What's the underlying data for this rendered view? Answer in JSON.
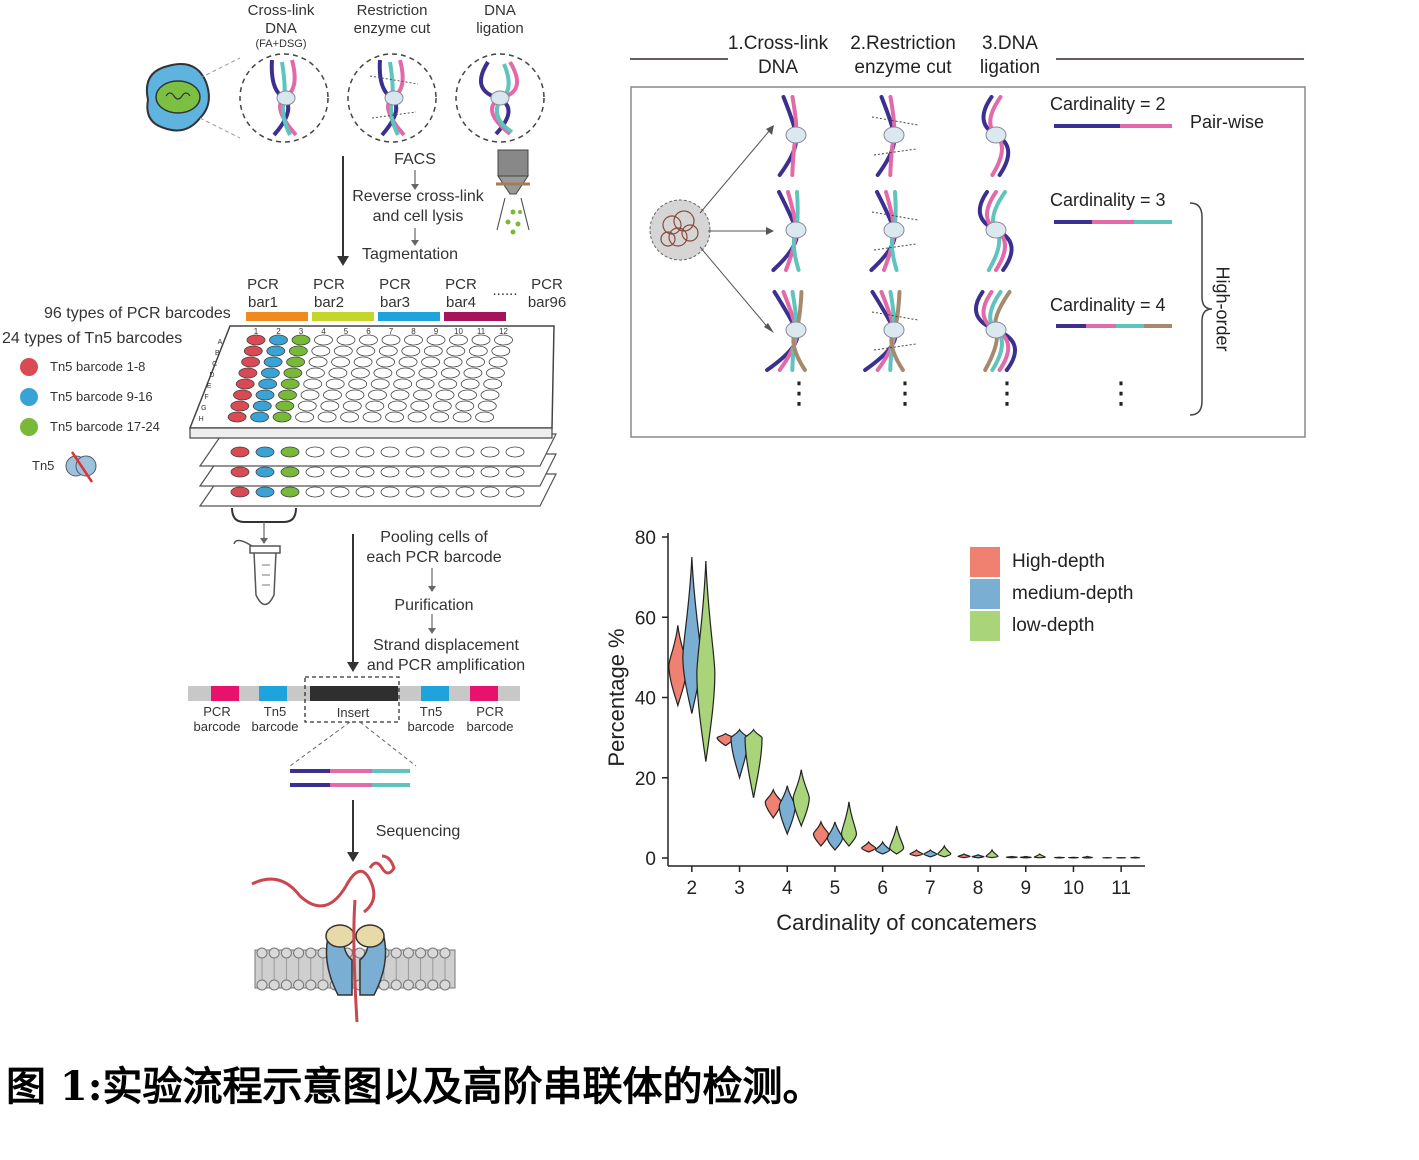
{
  "colors": {
    "purple": "#3b2f8f",
    "pink": "#e26aa8",
    "teal": "#5fc4bd",
    "tan": "#a68a6e",
    "red_well": "#d94a55",
    "blue_well": "#3aa3d6",
    "green_well": "#79b93a",
    "pcr_bar": "#e8126c",
    "tn5_bar": "#1fa3dc",
    "insert_bar": "#2f2f2f",
    "high_depth": "#f08070",
    "medium_depth": "#7aaed3",
    "low_depth": "#a9d47a"
  },
  "left_panel": {
    "top_steps": [
      "Cross-link\nDNA",
      "(FA+DSG)",
      "Restriction\nenzyme cut",
      "DNA\nligation"
    ],
    "facs": "FACS",
    "reverse": "Reverse cross-link\nand cell lysis",
    "tagmentation": "Tagmentation",
    "pcr_bars": [
      "PCR\nbar1",
      "PCR\nbar2",
      "PCR\nbar3",
      "PCR\nbar4",
      "PCR\nbar96"
    ],
    "pcr_dots": "......",
    "pcr_types": "96 types of PCR barcodes",
    "tn5_types": "24 types of Tn5 barcodes",
    "tn5_legend": [
      "Tn5 barcode 1-8",
      "Tn5 barcode 9-16",
      "Tn5 barcode 17-24"
    ],
    "tn5_label": "Tn5",
    "plate_cols": [
      "1",
      "2",
      "3",
      "4",
      "5",
      "6",
      "7",
      "8",
      "9",
      "10",
      "11",
      "12"
    ],
    "plate_rows": [
      "A",
      "B",
      "C",
      "D",
      "E",
      "F",
      "G",
      "H"
    ],
    "pooling": "Pooling cells of\neach PCR barcode",
    "purification": "Purification",
    "strand": "Strand displacement\nand PCR amplification",
    "construct_labels": [
      "PCR\nbarcode",
      "Tn5\nbarcode",
      "Insert",
      "Tn5\nbarcode",
      "PCR\nbarcode"
    ],
    "sequencing": "Sequencing"
  },
  "right_panel": {
    "headers": [
      "1.Cross-link\nDNA",
      "2.Restriction\nenzyme cut",
      "3.DNA\nligation"
    ],
    "cardinalities": [
      "Cardinality = 2",
      "Cardinality = 3",
      "Cardinality = 4"
    ],
    "pair_wise": "Pair-wise",
    "high_order": "High-order",
    "dots": "⋮"
  },
  "chart_data": {
    "type": "violin",
    "xlabel": "Cardinality of concatemers",
    "ylabel": "Percentage %",
    "categories": [
      "2",
      "3",
      "4",
      "5",
      "6",
      "7",
      "8",
      "9",
      "10",
      "11"
    ],
    "ylim": [
      0,
      80
    ],
    "yticks": [
      0,
      20,
      40,
      60,
      80
    ],
    "series": [
      {
        "name": "High-depth",
        "color": "#f08070",
        "median": [
          48,
          30,
          14,
          6,
          2.5,
          1,
          0.4,
          0.2,
          0.1,
          0.05
        ],
        "min": [
          38,
          28,
          10,
          3,
          1.5,
          0.5,
          0.1,
          0.05,
          0.02,
          0.01
        ],
        "max": [
          58,
          31,
          17,
          9,
          4,
          2,
          1,
          0.4,
          0.2,
          0.1
        ]
      },
      {
        "name": "medium-depth",
        "color": "#7aaed3",
        "median": [
          50,
          30,
          13,
          5,
          2,
          1,
          0.3,
          0.15,
          0.08,
          0.04
        ],
        "min": [
          36,
          20,
          6,
          2,
          1,
          0.3,
          0.05,
          0.03,
          0.01,
          0.01
        ],
        "max": [
          75,
          32,
          18,
          9,
          4,
          2,
          0.8,
          0.4,
          0.2,
          0.1
        ]
      },
      {
        "name": "low-depth",
        "color": "#a9d47a",
        "median": [
          46,
          30,
          15,
          6,
          2.5,
          1,
          0.4,
          0.2,
          0.1,
          0.05
        ],
        "min": [
          24,
          15,
          8,
          3,
          1,
          0.3,
          0.1,
          0.05,
          0.02,
          0.01
        ],
        "max": [
          74,
          32,
          22,
          14,
          8,
          3,
          2,
          1,
          0.4,
          0.2
        ]
      }
    ]
  },
  "caption": "图 1:实验流程示意图以及高阶串联体的检测。"
}
